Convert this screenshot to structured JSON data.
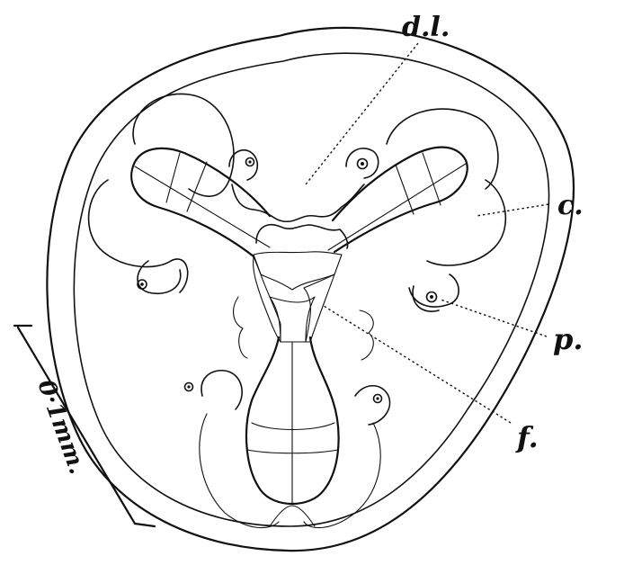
{
  "figure": {
    "labels": {
      "dl": "d.l.",
      "c": "c.",
      "p": "p.",
      "f": "f."
    },
    "scale_bar": {
      "label": "0·1mm."
    }
  }
}
